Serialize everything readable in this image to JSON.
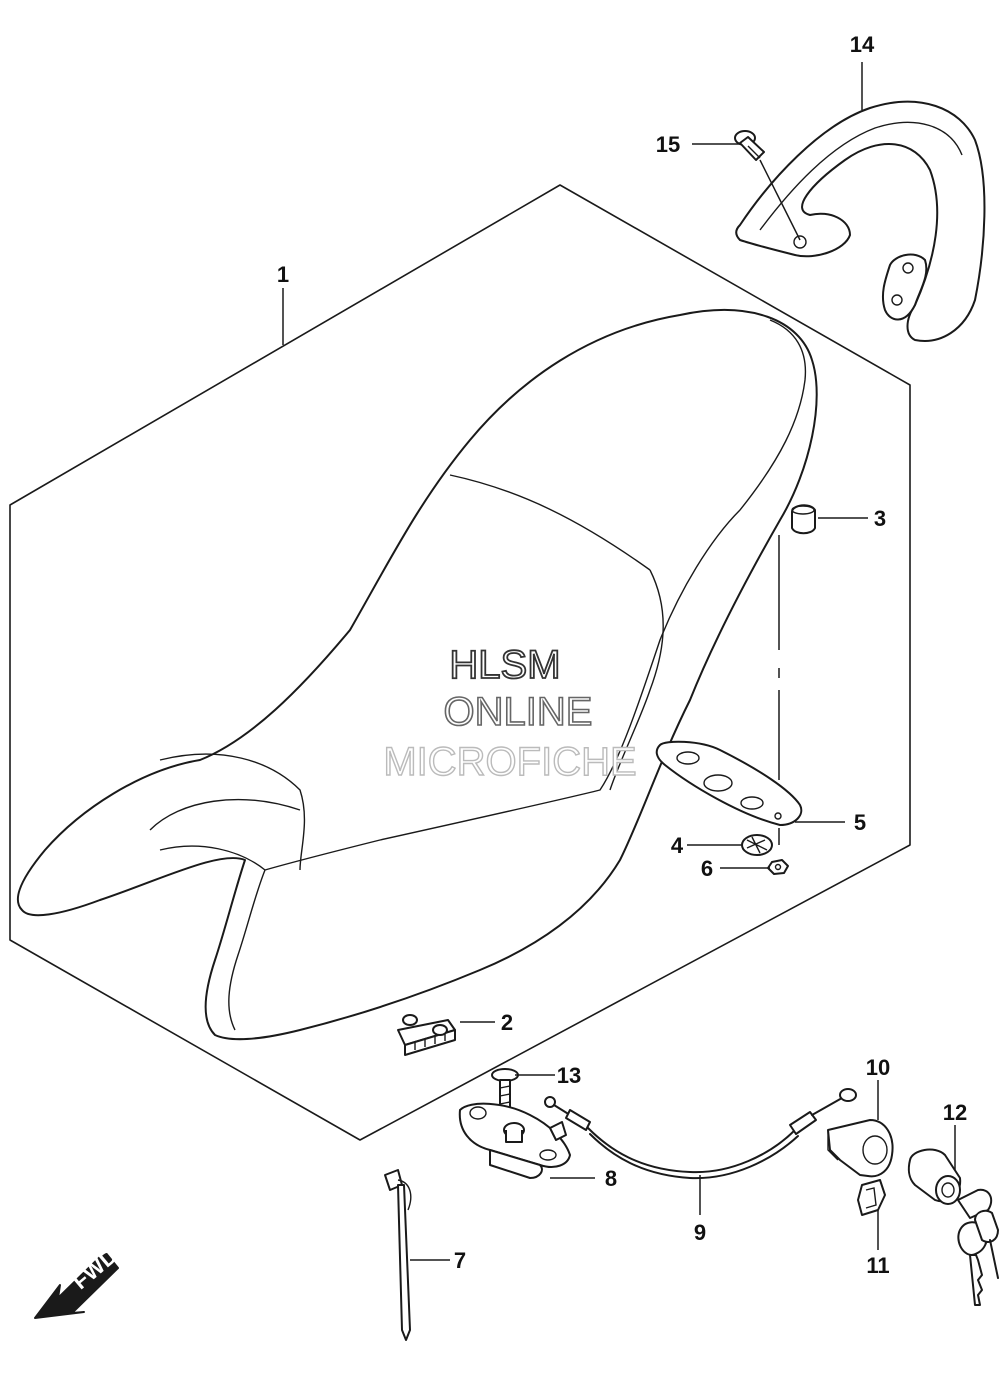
{
  "watermark": {
    "line1": "HLSM",
    "line2": "ONLINE",
    "line3": "MICROFICHE"
  },
  "fwd_label": "FWD",
  "callouts": [
    {
      "id": "1",
      "label": "1"
    },
    {
      "id": "2",
      "label": "2"
    },
    {
      "id": "3",
      "label": "3"
    },
    {
      "id": "4",
      "label": "4"
    },
    {
      "id": "5",
      "label": "5"
    },
    {
      "id": "6",
      "label": "6"
    },
    {
      "id": "7",
      "label": "7"
    },
    {
      "id": "8",
      "label": "8"
    },
    {
      "id": "9",
      "label": "9"
    },
    {
      "id": "10",
      "label": "10"
    },
    {
      "id": "11",
      "label": "11"
    },
    {
      "id": "12",
      "label": "12"
    },
    {
      "id": "13",
      "label": "13"
    },
    {
      "id": "14",
      "label": "14"
    },
    {
      "id": "15",
      "label": "15"
    }
  ]
}
